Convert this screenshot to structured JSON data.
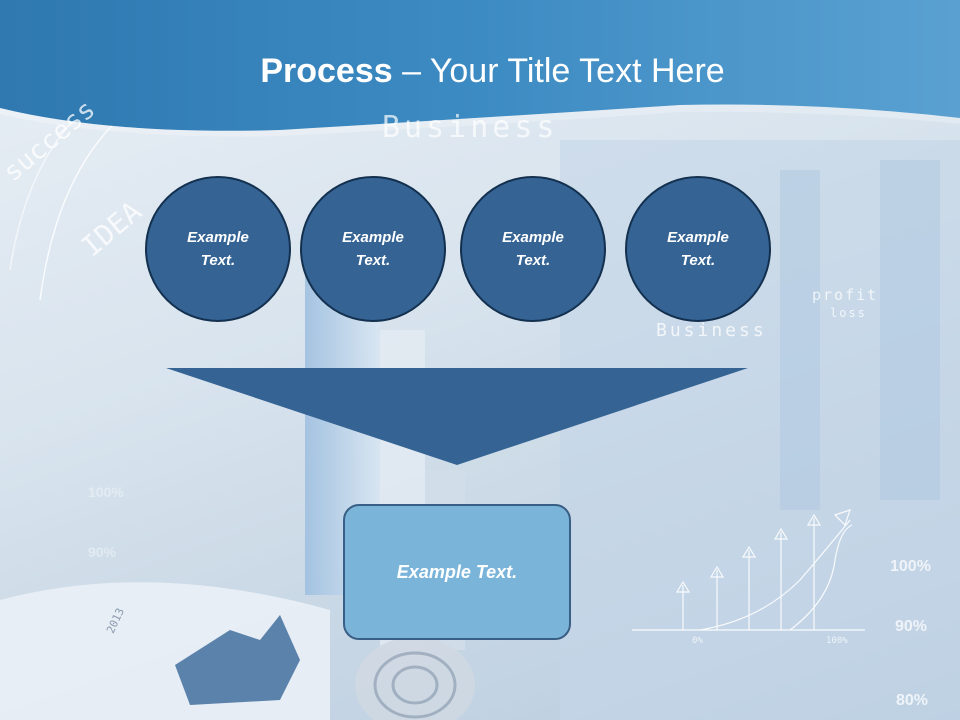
{
  "slide": {
    "title_bold": "Process",
    "title_rest": " – Your Title Text Here"
  },
  "process": {
    "steps": [
      "Example Text.",
      "Example Text.",
      "Example Text.",
      "Example Text."
    ],
    "result": "Example Text."
  },
  "background": {
    "words": [
      "Business",
      "success",
      "IDEA",
      "profit",
      "loss",
      "Business"
    ],
    "percents": [
      "100%",
      "90%",
      "80%",
      "100%",
      "90%",
      "0%",
      "100%"
    ],
    "year": "2013"
  },
  "colors": {
    "header": "#3b86bd",
    "circle_fill": "#346394",
    "funnel_fill": "#346394",
    "result_fill": "#7bb4d9"
  }
}
